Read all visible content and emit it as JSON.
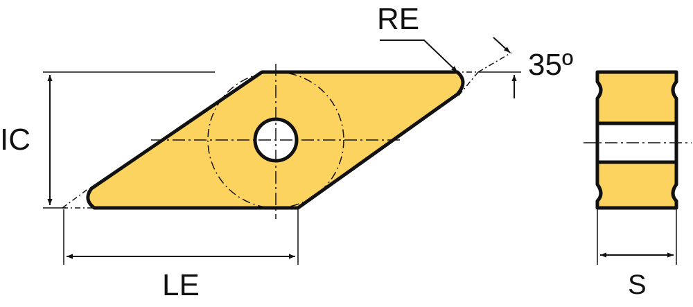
{
  "labels": {
    "ic": "IC",
    "le": "LE",
    "re": "RE",
    "angle": "35º",
    "s": "S"
  },
  "colors": {
    "insert_fill": "#FDD35F",
    "outline": "#111111",
    "background": "#FFFFFF"
  }
}
